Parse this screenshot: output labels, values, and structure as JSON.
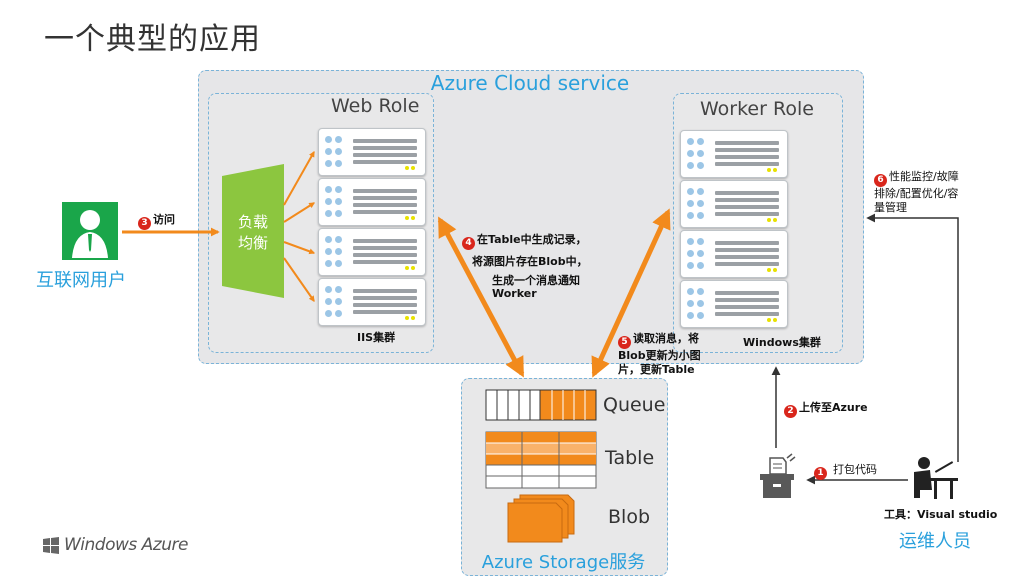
{
  "title": "一个典型的应用",
  "cloud": {
    "title": "Azure Cloud service"
  },
  "web_role": {
    "title": "Web Role",
    "cluster_label": "IIS集群",
    "load_balancer": [
      "负载",
      "均衡"
    ]
  },
  "worker_role": {
    "title": "Worker Role",
    "cluster_label": "Windows集群"
  },
  "internet_user": {
    "label": "互联网用户"
  },
  "ops": {
    "label": "运维人员",
    "tool": "工具：Visual studio"
  },
  "steps": {
    "s1": {
      "num": "1",
      "text": "打包代码"
    },
    "s2": {
      "num": "2",
      "text": "上传至Azure"
    },
    "s3": {
      "num": "3",
      "text": "访问"
    },
    "s4": {
      "num": "4",
      "lines": [
        "在Table中生成记录，",
        "将源图片存在Blob中，",
        "生成一个消息通知",
        "Worker"
      ]
    },
    "s5": {
      "num": "5",
      "lines": [
        "读取消息，将",
        "Blob更新为小图",
        "片，更新Table"
      ]
    },
    "s6": {
      "num": "6",
      "lines": [
        "性能监控/故障",
        "排除/配置优化/容",
        "量管理"
      ]
    }
  },
  "storage": {
    "title": "Azure Storage服务",
    "queue": "Queue",
    "table": "Table",
    "blob": "Blob"
  },
  "logo": "Windows Azure",
  "colors": {
    "accent_blue": "#2aa0dc",
    "orange": "#f28a1c",
    "green": "#8cc63f",
    "user_green": "#1aa64a",
    "badge_red": "#d9261c"
  }
}
